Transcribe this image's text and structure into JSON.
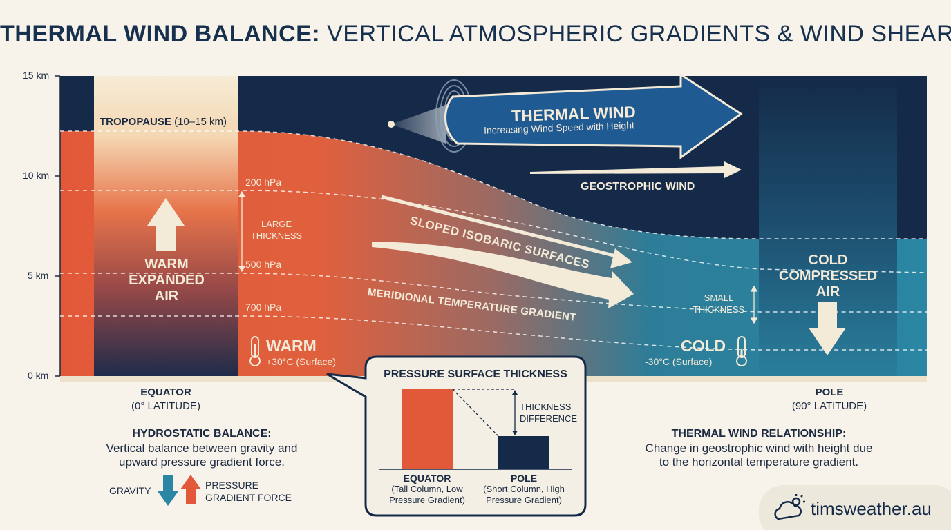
{
  "title": {
    "bold": "THERMAL WIND BALANCE:",
    "rest": "VERTICAL ATMOSPHERIC GRADIENTS & WIND SHEAR"
  },
  "y_axis": {
    "ticks": [
      "15 km",
      "10 km",
      "5 km",
      "0 km"
    ]
  },
  "tropopause": {
    "bold": "TROPOPAUSE",
    "range": "(10–15 km)"
  },
  "pressure_levels": [
    "200 hPa",
    "500 hPa",
    "700 hPa"
  ],
  "large_thickness": "LARGE THICKNESS",
  "small_thickness": "SMALL THICKNESS",
  "warm_air": "WARM EXPANDED AIR",
  "cold_air": "COLD COMPRESSED AIR",
  "thermal_wind": {
    "title": "THERMAL WIND",
    "subtitle": "Increasing Wind Speed with Height"
  },
  "geostrophic_wind": "GEOSTROPHIC WIND",
  "sloped_isobaric": "SLOPED ISOBARIC SURFACES",
  "meridional": "MERIDIONAL TEMPERATURE GRADIENT",
  "warm": {
    "label": "WARM",
    "temp": "+30°C (Surface)"
  },
  "cold": {
    "label": "COLD",
    "temp": "-30°C (Surface)"
  },
  "equator": {
    "label": "EQUATOR",
    "lat": "(0° LATITUDE)"
  },
  "pole": {
    "label": "POLE",
    "lat": "(90° LATITUDE)"
  },
  "hydrostatic": {
    "title": "HYDROSTATIC BALANCE:",
    "line1": "Vertical balance between gravity and",
    "line2": "upward pressure gradient force."
  },
  "gravity": "GRAVITY",
  "pressure_force": {
    "line1": "PRESSURE",
    "line2": "GRADIENT FORCE"
  },
  "callout": {
    "title": "PRESSURE SURFACE THICKNESS",
    "thickness_diff_1": "THICKNESS",
    "thickness_diff_2": "DIFFERENCE",
    "equator_label": "EQUATOR",
    "equator_sub1": "(Tall Column, Low",
    "equator_sub2": "Pressure Gradient)",
    "pole_label": "POLE",
    "pole_sub1": "(Short Column, High",
    "pole_sub2": "Pressure Gradient)"
  },
  "thermal_rel": {
    "title": "THERMAL WIND RELATIONSHIP:",
    "line1": "Change in geostrophic wind with height due",
    "line2": "to the horizontal temperature gradient."
  },
  "brand": "timsweather.au",
  "colors": {
    "warm": "#e2593a",
    "cold_teal": "#2a86a3",
    "navy": "#142a48",
    "cream": "#f3ead8"
  }
}
